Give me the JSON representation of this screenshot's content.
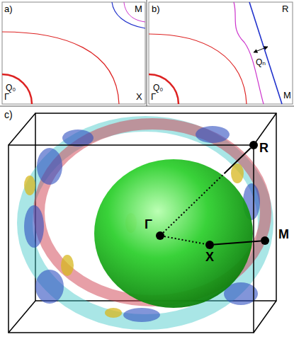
{
  "diagram": {
    "nodes": [
      {
        "text": [
          "R"
        ]
      },
      {
        "text": [
          "Γ"
        ]
      },
      {
        "text": [
          "X"
        ]
      },
      {
        "text": [
          "M"
        ]
      }
    ],
    "edges": [
      {
        "from": 1,
        "to": 0,
        "arrow": "none"
      },
      {
        "from": 1,
        "to": 2,
        "arrow": "none"
      },
      {
        "from": 2,
        "to": 3,
        "arrow": "none"
      }
    ],
    "labels": [
      "a)",
      "M",
      "Q₀",
      "Γ",
      "X",
      "b)",
      "R",
      "M",
      "Q₀",
      "Γ",
      "Qₙ",
      "c)"
    ]
  }
}
